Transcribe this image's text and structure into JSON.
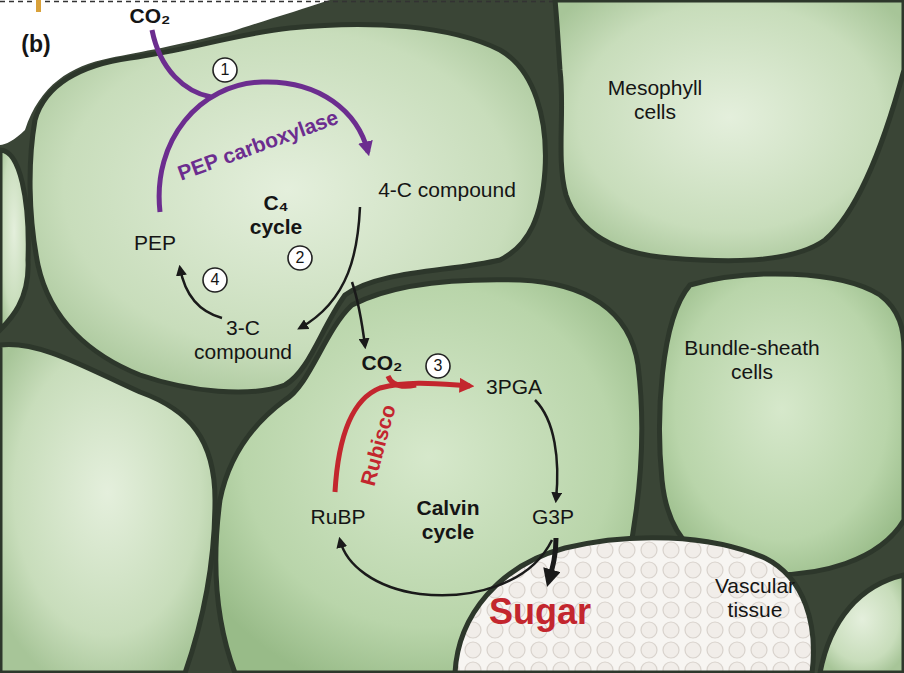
{
  "diagram": {
    "nodes": [
      {
        "text": [
          "PEP carboxylase",
          "4-C compound",
          "C₄ cycle",
          "PEP",
          "3-C compound"
        ]
      },
      {
        "text": [
          "1"
        ],
        "in": 0
      },
      {
        "text": [
          "2"
        ],
        "in": 0
      },
      {
        "text": [
          "4"
        ],
        "in": 0
      },
      {
        "text": [
          "Mesophyll cells"
        ]
      },
      {
        "text": [
          "Bundle-sheath cells"
        ]
      },
      {
        "text": [
          "CO₂",
          "3PGA",
          "Rubisco",
          "Calvin cycle",
          "G3P",
          "RuBP"
        ]
      },
      {
        "text": [
          "3"
        ],
        "in": 6
      },
      {
        "text": [
          "Sugar",
          "Vascular tissue"
        ]
      }
    ],
    "labels": [
      "(b)",
      "CO₂"
    ]
  }
}
